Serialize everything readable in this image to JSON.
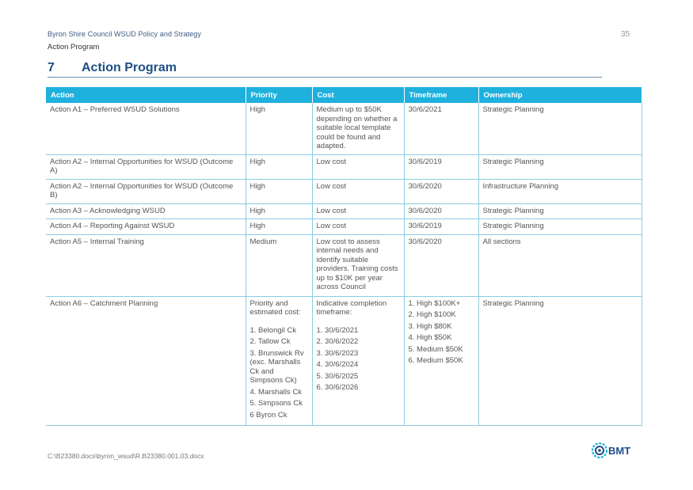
{
  "header": {
    "document_title": "Byron Shire Council WSUD Policy and Strategy",
    "section_name": "Action Program",
    "page_number": "35"
  },
  "section": {
    "number": "7",
    "title": "Action Program"
  },
  "table": {
    "headers": [
      "Action",
      "Priority",
      "Cost",
      "Timeframe",
      "Ownership"
    ],
    "rows": [
      {
        "action": "Action A1 – Preferred WSUD Solutions",
        "priority": "High",
        "cost": "Medium up to $50K depending on whether a suitable local template could be found and adapted.",
        "timeframe": "30/6/2021",
        "ownership": "Strategic Planning"
      },
      {
        "action": "Action A2 – Internal Opportunities for WSUD (Outcome A)",
        "priority": "High",
        "cost": "Low cost",
        "timeframe": "30/6/2019",
        "ownership": "Strategic Planning"
      },
      {
        "action": "Action A2 – Internal Opportunities for WSUD (Outcome B)",
        "priority": "High",
        "cost": "Low cost",
        "timeframe": "30/6/2020",
        "ownership": "Infrastructure Planning"
      },
      {
        "action": "Action A3 – Acknowledging WSUD",
        "priority": "High",
        "cost": "Low cost",
        "timeframe": "30/6/2020",
        "ownership": "Strategic Planning"
      },
      {
        "action": "Action A4 – Reporting Against WSUD",
        "priority": "High",
        "cost": "Low cost",
        "timeframe": "30/6/2019",
        "ownership": "Strategic Planning"
      },
      {
        "action": "Action A5 – Internal Training",
        "priority": "Medium",
        "cost": "Low cost to assess internal needs and identify suitable providers. Training costs up to $10K per year across Council",
        "timeframe": "30/6/2020",
        "ownership": "All sections"
      }
    ],
    "catchment_row": {
      "action": "Action A6 – Catchment Planning",
      "priority_intro": "Priority and estimated cost:",
      "priority_items": [
        "1. Belongil Ck",
        "2. Tallow Ck",
        "3. Brunswick Rv (exc. Marshalls Ck and Simpsons Ck)",
        "4. Marshalls Ck",
        "5. Simpsons Ck",
        "6 Byron Ck"
      ],
      "cost_intro": "Indicative completion timeframe:",
      "cost_items": [
        "1. 30/6/2021",
        "2. 30/6/2022",
        "3. 30/6/2023",
        "4. 30/6/2024",
        "5. 30/6/2025",
        "6. 30/6/2026"
      ],
      "timeframe_items": [
        "1. High $100K+",
        "2. High $100K",
        "3. High $80K",
        "4. High $50K",
        "5. Medium $50K",
        "6. Medium $50K"
      ],
      "ownership": "Strategic Planning"
    }
  },
  "footer": {
    "path": "C:\\B23380.docs\\byron_wsud\\R.B23380.001.03.docx"
  },
  "logo": {
    "text": "BMT",
    "icon": "bmt-globe-icon",
    "color": "#1e4e86",
    "accent": "#1fb1dd"
  }
}
